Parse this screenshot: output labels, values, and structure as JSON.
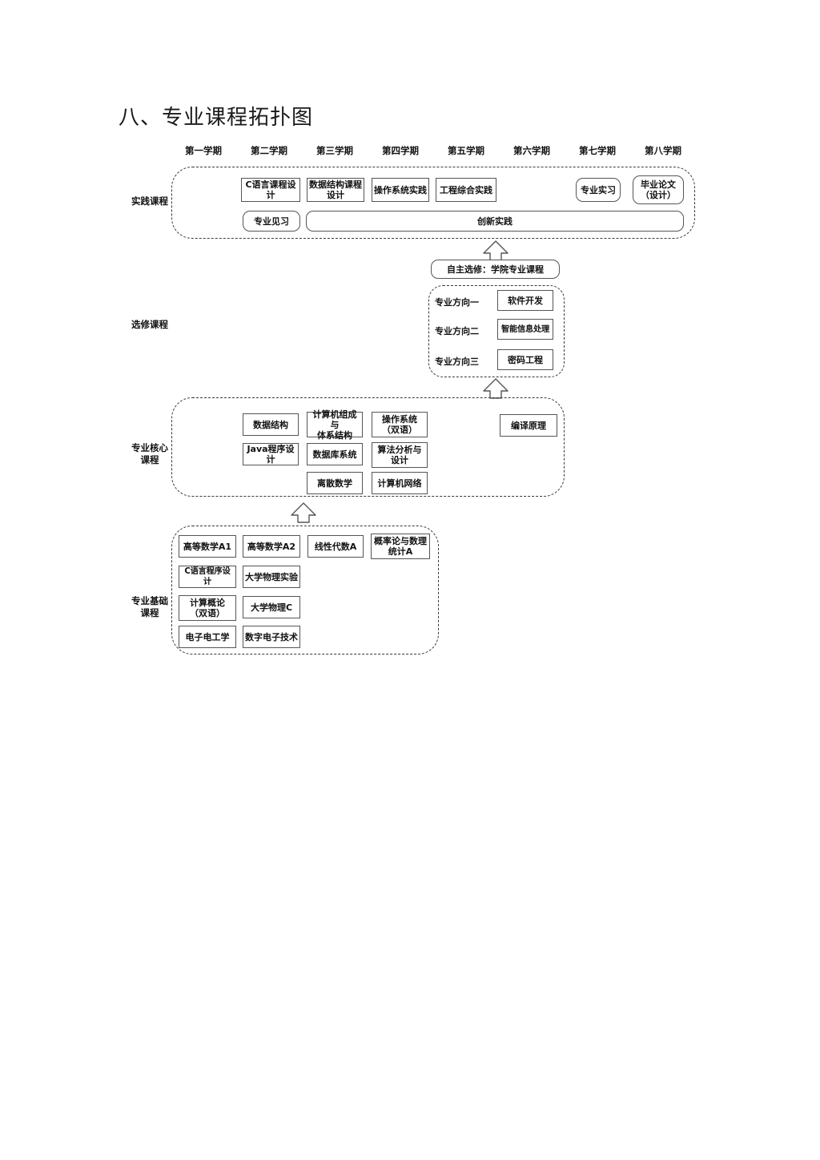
{
  "page": {
    "title": "八、专业课程拓扑图",
    "background_color": "#ffffff",
    "line_color": "#555555",
    "dashed_color": "#3a3a3a"
  },
  "semesters": [
    {
      "label": "第一学期"
    },
    {
      "label": "第二学期"
    },
    {
      "label": "第三学期"
    },
    {
      "label": "第四学期"
    },
    {
      "label": "第五学期"
    },
    {
      "label": "第六学期"
    },
    {
      "label": "第七学期"
    },
    {
      "label": "第八学期"
    }
  ],
  "row_labels": {
    "practice": "实践课程",
    "elective": "选修课程",
    "core": "专业核心\n课程",
    "foundation": "专业基础\n课程"
  },
  "practice_courses": {
    "row1": [
      {
        "name": "C语言课程设计",
        "semester": 2,
        "rounded": false
      },
      {
        "name": "数据结构课程\n设计",
        "semester": 3,
        "rounded": false
      },
      {
        "name": "操作系统实践",
        "semester": 4,
        "rounded": false
      },
      {
        "name": "工程综合实践",
        "semester": 5,
        "rounded": false
      },
      {
        "name": "专业实习",
        "semester": 7,
        "rounded": true
      },
      {
        "name": "毕业论文\n（设计）",
        "semester": 8,
        "rounded": true
      }
    ],
    "row2": [
      {
        "name": "专业见习",
        "semester": 2,
        "rounded": true
      },
      {
        "name": "创新实践",
        "semester": "3-8",
        "rounded": true
      }
    ]
  },
  "elective_courses": {
    "header": "自主选修：学院专业课程",
    "directions": [
      {
        "label": "专业方向一",
        "course": "软件开发"
      },
      {
        "label": "专业方向二",
        "course": "智能信息处理"
      },
      {
        "label": "专业方向三",
        "course": "密码工程"
      }
    ]
  },
  "core_courses": {
    "col3": [
      "数据结构",
      "Java程序设计"
    ],
    "col4": [
      "计算机组成与\n体系结构",
      "数据库系统",
      "离散数学"
    ],
    "col5": [
      "操作系统\n（双语）",
      "算法分析与\n设计",
      "计算机网络"
    ],
    "col6": [
      "编译原理"
    ]
  },
  "foundation_courses": {
    "col1": [
      "高等数学A1",
      "C语言程序设计",
      "计算概论\n（双语）",
      "电子电工学"
    ],
    "col2": [
      "高等数学A2",
      "大学物理实验",
      "大学物理C",
      "数字电子技术"
    ],
    "col3": [
      "线性代数A"
    ],
    "col4": [
      "概率论与数理\n统计A"
    ]
  },
  "arrows": [
    {
      "name": "arrow-elective-to-practice",
      "direction": "up"
    },
    {
      "name": "arrow-core-to-elective",
      "direction": "up"
    },
    {
      "name": "arrow-foundation-to-core",
      "direction": "up"
    }
  ]
}
